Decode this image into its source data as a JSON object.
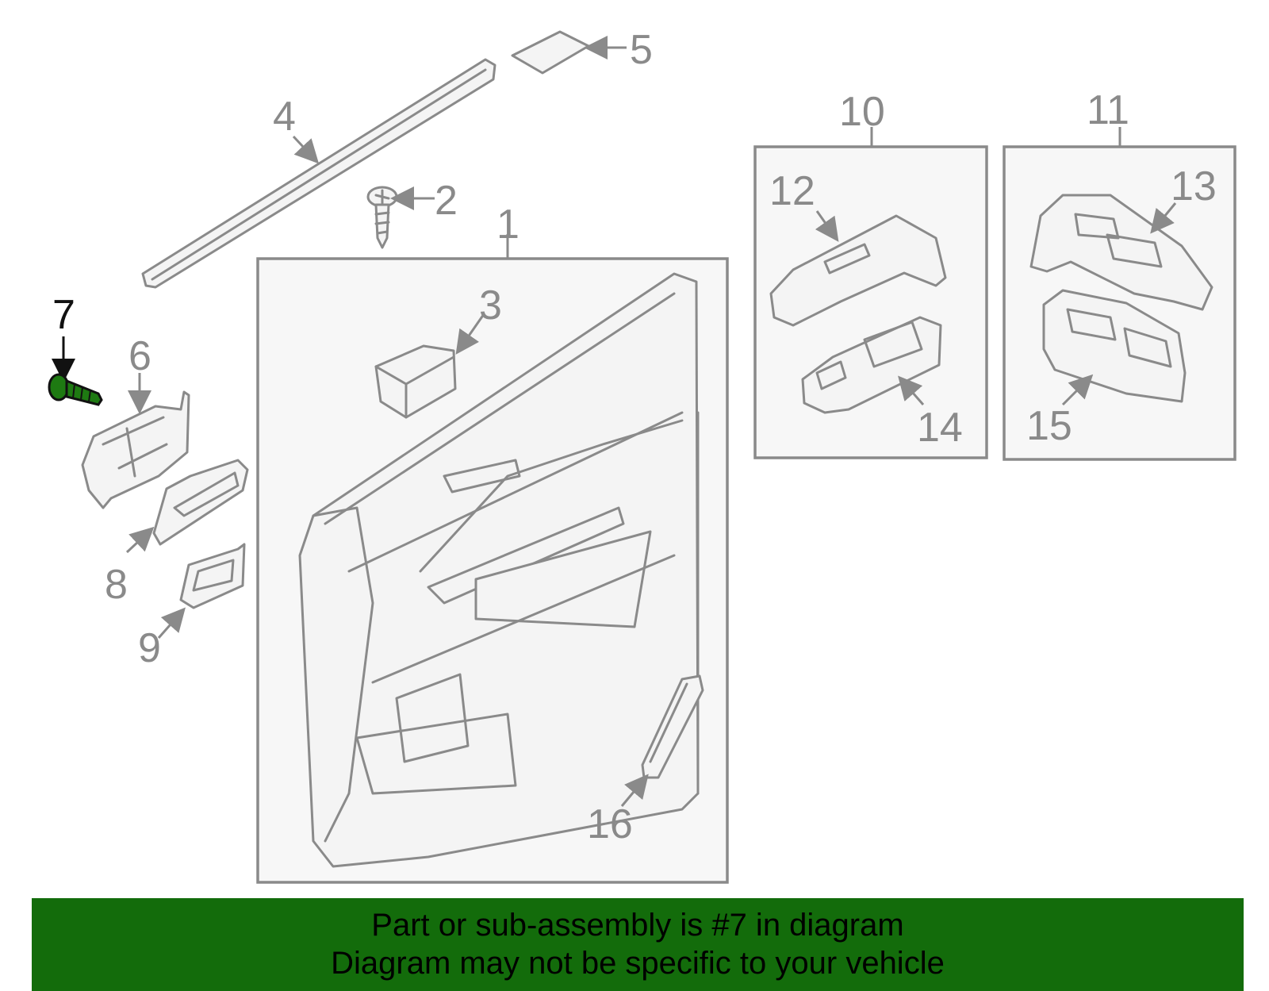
{
  "labels": {
    "p1": "1",
    "p2": "2",
    "p3": "3",
    "p4": "4",
    "p5": "5",
    "p6": "6",
    "p7": "7",
    "p8": "8",
    "p9": "9",
    "p10": "10",
    "p11": "11",
    "p12": "12",
    "p13": "13",
    "p14": "14",
    "p15": "15",
    "p16": "16"
  },
  "highlighted_part": "7",
  "colors": {
    "banner": "#136c0b",
    "highlight_part": "#1e7a12",
    "line": "#8a8a8a"
  },
  "banner": {
    "line1": "Part or sub-assembly is #7 in diagram",
    "line2": "Diagram may not be specific to your vehicle"
  }
}
